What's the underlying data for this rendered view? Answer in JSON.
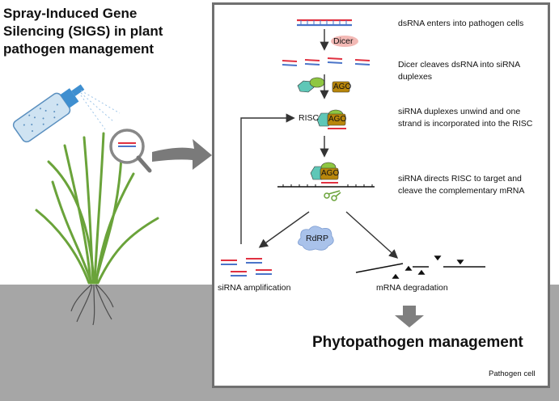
{
  "title": {
    "line1": "Spray-Induced Gene",
    "line2": "Silencing (SIGS) in plant",
    "line3": "pathogen management"
  },
  "steps": [
    {
      "line1": "dsRNA enters into pathogen cells",
      "line2": ""
    },
    {
      "line1": "Dicer cleaves dsRNA into siRNA",
      "line2": "duplexes"
    },
    {
      "line1": "siRNA duplexes unwind and one",
      "line2": "strand is incorporated into the RISC"
    },
    {
      "line1": "siRNA directs RISC to target and",
      "line2": "cleave the complementary mRNA"
    }
  ],
  "labels": {
    "dicer": "Dicer",
    "ago": "AGO",
    "risc": "RISC",
    "rdrp": "RdRP",
    "sirna_amplification": "siRNA amplification",
    "mrna_degradation": "mRNA degradation",
    "outcome": "Phytopathogen management",
    "cell": "Pathogen cell"
  },
  "colors": {
    "ground": "#a6a6a6",
    "cell_border": "#707070",
    "dsrna_red": "#e03040",
    "dsrna_blue": "#4a74c9",
    "ago": "#b8860b",
    "teal_protein": "#5fc7b7",
    "green_protein": "#8ec641",
    "dicer": "#f3b9b5",
    "rdrp": "#a9c2ea",
    "plant_green": "#6aa33a",
    "big_arrow": "#7f7f7f"
  }
}
